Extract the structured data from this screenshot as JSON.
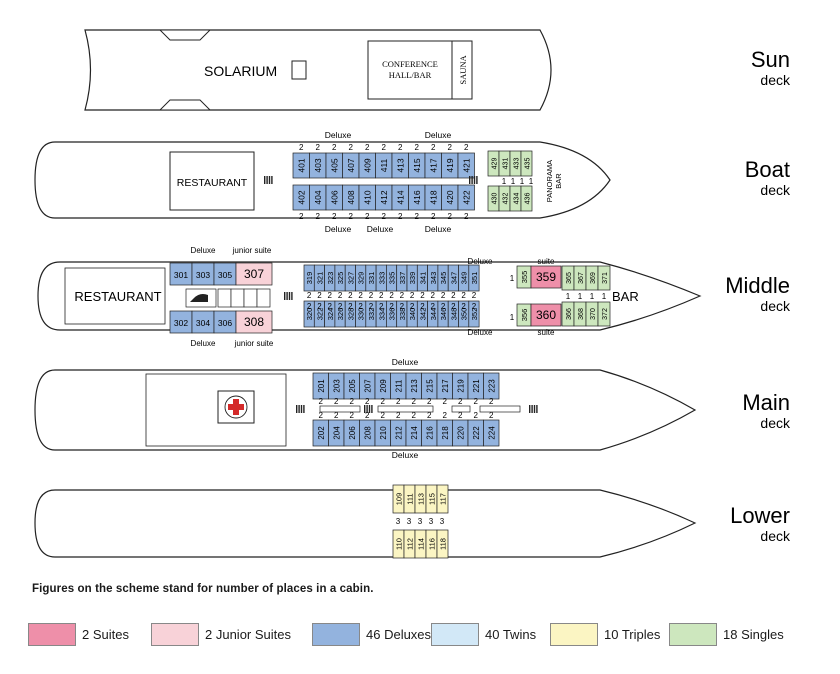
{
  "decks": {
    "sun": {
      "title": "Sun",
      "sub": "deck",
      "solarium": "SOLARIUM",
      "conference_1": "CONFERENCE",
      "conference_2": "HALL/BAR",
      "sauna": "SAUNA"
    },
    "boat": {
      "title": "Boat",
      "sub": "deck",
      "restaurant": "RESTAURANT",
      "panorama_1": "PANORAMA",
      "panorama_2": "BAR",
      "deluxe": "Deluxe",
      "top_cabins": [
        "401",
        "403",
        "405",
        "407",
        "409",
        "411",
        "413",
        "415",
        "417",
        "419",
        "421"
      ],
      "bottom_cabins": [
        "402",
        "404",
        "406",
        "408",
        "410",
        "412",
        "414",
        "416",
        "418",
        "420",
        "422"
      ],
      "singles_top": [
        "429",
        "431",
        "433",
        "435"
      ],
      "singles_bottom": [
        "430",
        "432",
        "434",
        "436"
      ]
    },
    "middle": {
      "title": "Middle",
      "sub": "deck",
      "restaurant": "RESTAURANT",
      "bar": "BAR",
      "deluxe": "Deluxe",
      "junior_suite": "junior suite",
      "suite": "suite",
      "left_top": [
        "301",
        "303",
        "305"
      ],
      "left_bottom": [
        "302",
        "304",
        "306"
      ],
      "js_top": "307",
      "js_bottom": "308",
      "top_cabins": [
        "319",
        "321",
        "323",
        "325",
        "327",
        "329",
        "331",
        "333",
        "335",
        "337",
        "339",
        "341",
        "343",
        "345",
        "347",
        "349",
        "351"
      ],
      "bottom_cabins": [
        "320",
        "322",
        "324",
        "326",
        "328",
        "330",
        "332",
        "334",
        "336",
        "338",
        "340",
        "342",
        "344",
        "346",
        "348",
        "350",
        "352"
      ],
      "single_top": "355",
      "single_bottom": "356",
      "suite_top": "359",
      "suite_bottom": "360",
      "singles_top": [
        "365",
        "367",
        "369",
        "371"
      ],
      "singles_bottom": [
        "366",
        "368",
        "370",
        "372"
      ]
    },
    "main": {
      "title": "Main",
      "sub": "deck",
      "deluxe": "Deluxe",
      "top_cabins": [
        "201",
        "203",
        "205",
        "207",
        "209",
        "211",
        "213",
        "215",
        "217",
        "219",
        "221",
        "223"
      ],
      "bottom_cabins": [
        "202",
        "204",
        "206",
        "208",
        "210",
        "212",
        "214",
        "216",
        "218",
        "220",
        "222",
        "224"
      ]
    },
    "lower": {
      "title": "Lower",
      "sub": "deck",
      "top_cabins": [
        "109",
        "111",
        "113",
        "115",
        "117"
      ],
      "bottom_cabins": [
        "110",
        "112",
        "114",
        "116",
        "118"
      ]
    }
  },
  "places": {
    "two": "2",
    "one": "1",
    "three": "3"
  },
  "note": "Figures on the scheme stand for number of places in a cabin.",
  "legend": [
    {
      "label": "2 Suites",
      "color": "#ee8fa9"
    },
    {
      "label": "2 Junior Suites",
      "color": "#f8d2d8"
    },
    {
      "label": "46 Deluxes",
      "color": "#93b3de"
    },
    {
      "label": "40 Twins",
      "color": "#d2e8f7"
    },
    {
      "label": "10 Triples",
      "color": "#fbf5c3"
    },
    {
      "label": "18 Singles",
      "color": "#cde7be"
    }
  ],
  "colors": {
    "suite": "#ee8fa9",
    "junior": "#f8d2d8",
    "deluxe": "#93b3de",
    "twin": "#d2e8f7",
    "triple": "#fbf5c3",
    "single": "#cde7be",
    "outline": "#222222"
  },
  "icons": [
    "first-aid-icon",
    "iron-icon",
    "stairs-icon"
  ]
}
